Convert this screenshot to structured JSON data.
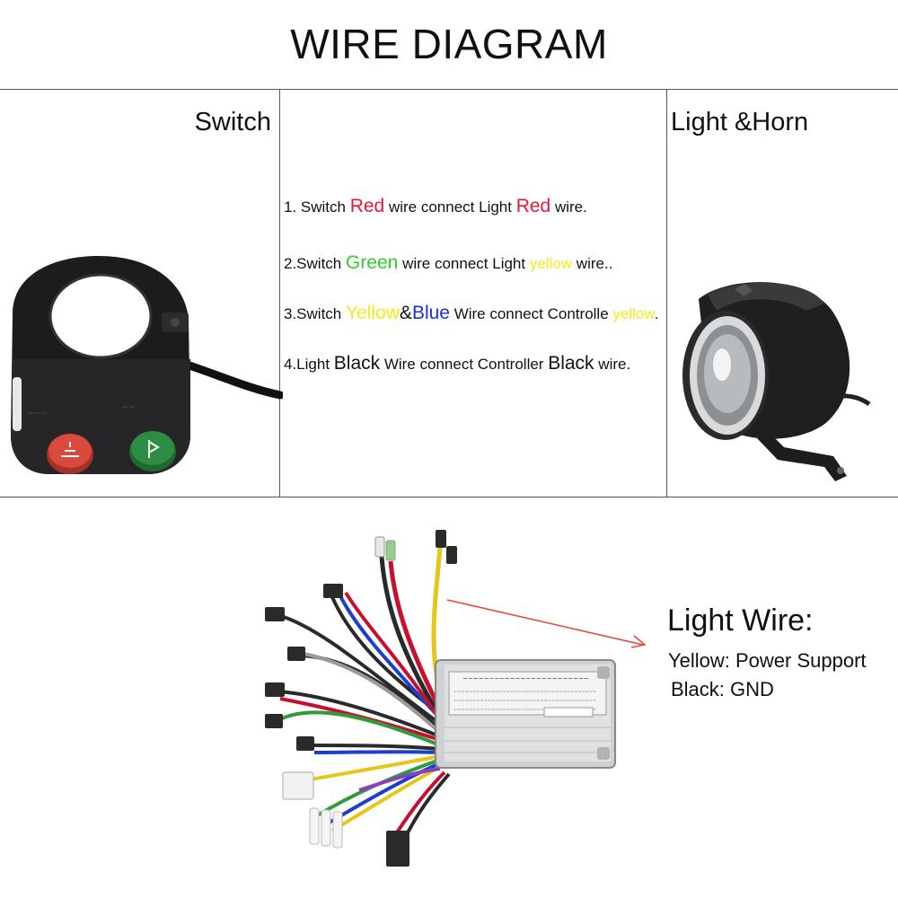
{
  "title": "WIRE DIAGRAM",
  "labels": {
    "switch": "Switch",
    "light_horn": "Light &Horn"
  },
  "instructions": {
    "i1": {
      "a": "1. Switch ",
      "b": "Red",
      "c": " wire connect Light ",
      "d": "Red",
      "e": " wire."
    },
    "i2": {
      "a": "2.Switch ",
      "b": "Green",
      "c": " wire connect Light ",
      "d": "yellow",
      "e": " wire.."
    },
    "i3": {
      "a": "3.Switch ",
      "b": "Yellow",
      "c": "&",
      "d": "Blue",
      "e": " Wire connect Controlle ",
      "f": "yellow",
      "g": "."
    },
    "i4": {
      "a": "4.Light ",
      "b": "Black",
      "c": " Wire connect Controller ",
      "d": "Black",
      "e": " wire."
    }
  },
  "light_wire": {
    "title": "Light Wire:",
    "line1": "Yellow: Power Support",
    "line2": "Black: GND"
  },
  "colors": {
    "red": "#e5173a",
    "green": "#2dd12a",
    "yellow": "#f2ec1a",
    "blue": "#1b2fd8",
    "arrow": "#e8453c"
  }
}
